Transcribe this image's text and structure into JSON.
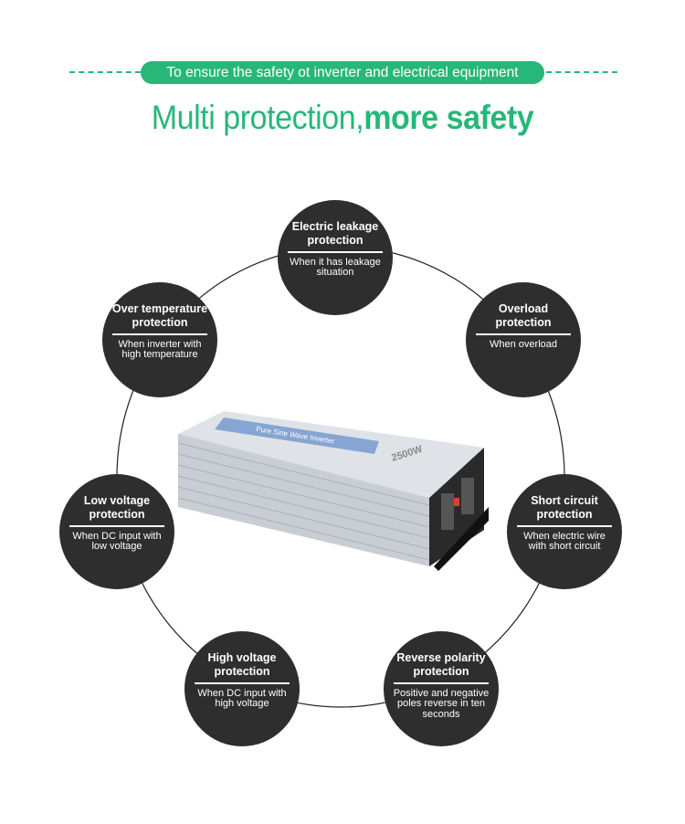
{
  "banner": {
    "subtitle": "To ensure the safety ot inverter and electrical equipment",
    "title_light": "Multi protection,",
    "title_bold": "more safety"
  },
  "product": {
    "label": "Pure Sine Wave Inverter",
    "power": "2500W"
  },
  "colors": {
    "accent": "#27b779",
    "bubble": "#2e2e2e"
  },
  "protections": [
    {
      "title": "Electric leakage protection",
      "desc": "When it has leakage situation"
    },
    {
      "title": "Overload protection",
      "desc": "When overload"
    },
    {
      "title": "Over temperature protection",
      "desc": "When inverter with high temperature"
    },
    {
      "title": "Low voltage protection",
      "desc": "When DC input with low voltage"
    },
    {
      "title": "Short circuit protection",
      "desc": "When electric wire with short circuit"
    },
    {
      "title": "High voltage protection",
      "desc": "When DC input with high voltage"
    },
    {
      "title": "Reverse polarity protection",
      "desc": "Positive and negative poles reverse in ten seconds"
    }
  ]
}
